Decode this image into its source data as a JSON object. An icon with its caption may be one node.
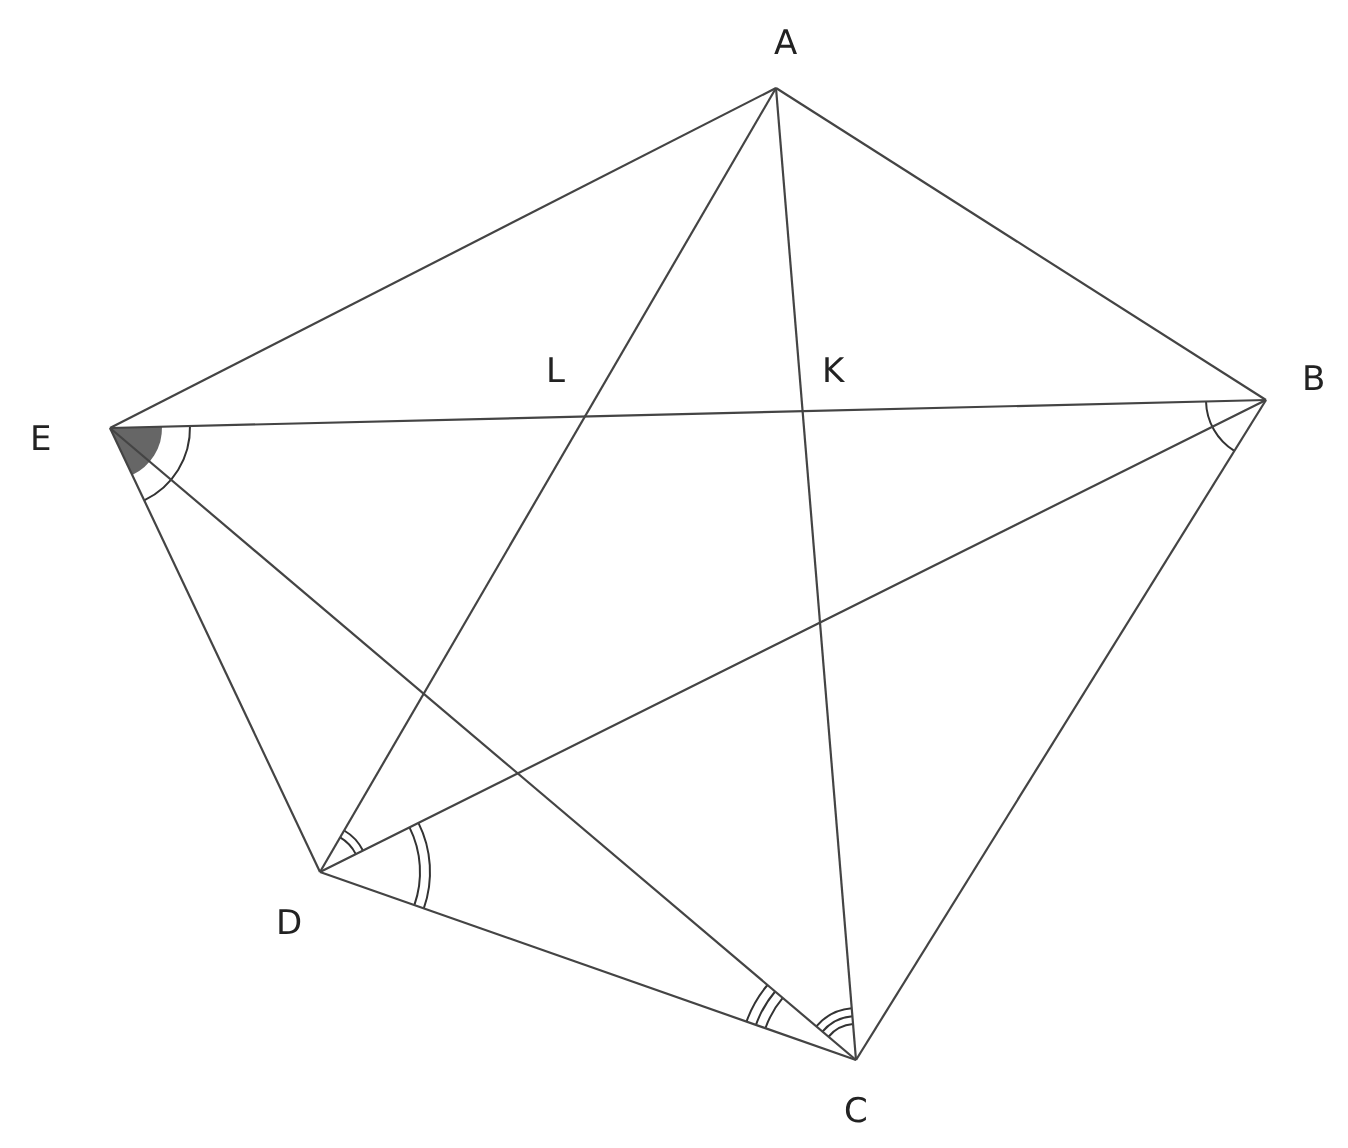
{
  "diagram": {
    "nodes": [
      {
        "text": [
          "A"
        ]
      },
      {
        "text": [
          "B"
        ]
      },
      {
        "text": [
          "C"
        ]
      },
      {
        "text": [
          "D"
        ]
      },
      {
        "text": [
          "E"
        ]
      }
    ],
    "edges": [
      {
        "from": 0,
        "to": 1,
        "arrow": "none"
      },
      {
        "from": 1,
        "to": 2,
        "arrow": "none"
      },
      {
        "from": 2,
        "to": 3,
        "arrow": "none"
      },
      {
        "from": 3,
        "to": 4,
        "arrow": "none"
      },
      {
        "from": 4,
        "to": 0,
        "arrow": "none"
      },
      {
        "from": 0,
        "to": 3,
        "arrow": "none"
      },
      {
        "from": 0,
        "to": 2,
        "arrow": "none"
      },
      {
        "from": 4,
        "to": 1,
        "arrow": "none"
      },
      {
        "from": 4,
        "to": 2,
        "arrow": "none"
      },
      {
        "from": 3,
        "to": 1,
        "arrow": "none"
      }
    ],
    "labels": [
      "L",
      "K"
    ]
  }
}
